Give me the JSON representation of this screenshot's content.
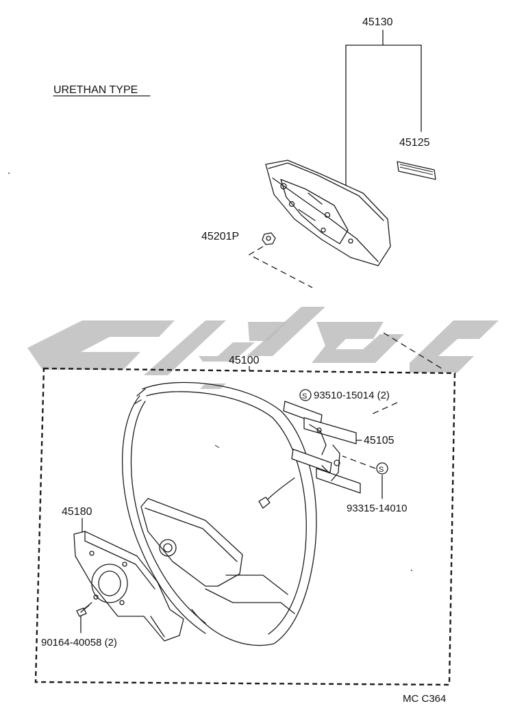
{
  "diagram": {
    "title": "URETHAN TYPE",
    "code": "MC C364",
    "parts": {
      "p45130": "45130",
      "p45125": "45125",
      "p45201P": "45201P",
      "p45100": "45100",
      "p45105": "45105",
      "p45180": "45180",
      "screw_upper": "93510-15014 (2)",
      "screw_lower": "93315-14010",
      "bolt": "90164-40058 (2)"
    },
    "symbols": {
      "s": "S"
    }
  }
}
